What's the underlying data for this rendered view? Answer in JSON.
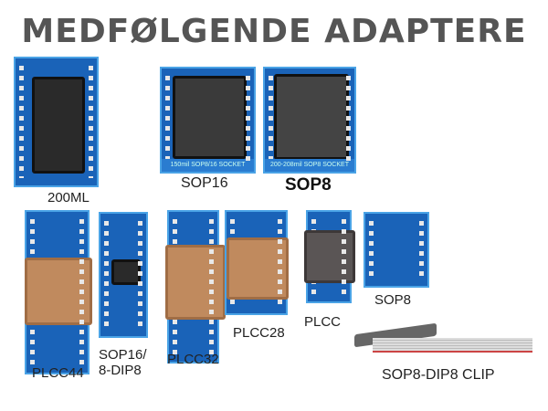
{
  "title": "MEDFØLGENDE ADAPTERE",
  "adapters": [
    {
      "label": "200ML"
    },
    {
      "label": "SOP16",
      "board_text": "150mil SOP8/16 SOCKET"
    },
    {
      "label": "SOP8",
      "board_text": "200-208mil SOP8 SOCKET"
    },
    {
      "label": "PLCC44"
    },
    {
      "label": "SOP16/",
      "label2": "8-DIP8"
    },
    {
      "label": "PLCC32"
    },
    {
      "label": "PLCC28"
    },
    {
      "label": "PLCC"
    },
    {
      "label": "SOP8"
    },
    {
      "label": "SOP8-DIP8 CLIP"
    }
  ],
  "colors": {
    "board": "#1a63b8",
    "title": "#555555"
  }
}
